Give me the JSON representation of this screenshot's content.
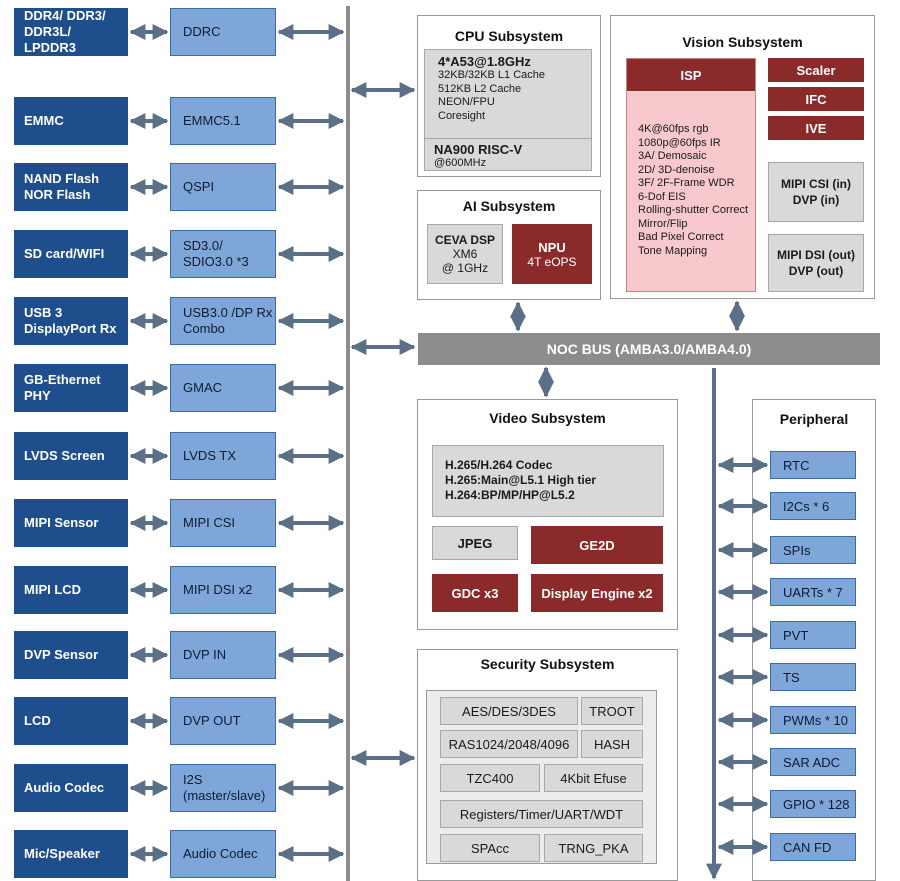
{
  "left_pairs": [
    {
      "device": "DDR4/ DDR3/\nDDR3L/\nLPDDR3",
      "interface": "DDRC"
    },
    {
      "device": "EMMC",
      "interface": "EMMC5.1"
    },
    {
      "device": "NAND Flash\nNOR Flash",
      "interface": "QSPI"
    },
    {
      "device": "SD card/WIFI",
      "interface": "SD3.0/\nSDIO3.0 *3"
    },
    {
      "device": "USB 3\nDisplayPort Rx",
      "interface": "USB3.0 /DP Rx\nCombo"
    },
    {
      "device": "GB-Ethernet\nPHY",
      "interface": "GMAC"
    },
    {
      "device": "LVDS Screen",
      "interface": "LVDS TX"
    },
    {
      "device": "MIPI Sensor",
      "interface": "MIPI CSI"
    },
    {
      "device": "MIPI LCD",
      "interface": "MIPI DSI x2"
    },
    {
      "device": "DVP Sensor",
      "interface": "DVP IN"
    },
    {
      "device": "LCD",
      "interface": "DVP OUT"
    },
    {
      "device": "Audio Codec",
      "interface": "I2S\n(master/slave)"
    },
    {
      "device": "Mic/Speaker",
      "interface": "Audio Codec"
    }
  ],
  "cpu": {
    "title": "CPU Subsystem",
    "core_title": "4*A53@1.8GHz",
    "core_details": "32KB/32KB L1 Cache\n512KB L2 Cache\nNEON/FPU\nCoresight",
    "riscv_title": "NA900 RISC-V",
    "riscv_freq": "@600MHz"
  },
  "ai": {
    "title": "AI Subsystem",
    "dsp": "CEVA DSP",
    "dsp_details": "XM6\n@ 1GHz",
    "npu": "NPU",
    "npu_details": "4T eOPS"
  },
  "vision": {
    "title": "Vision Subsystem",
    "isp": "ISP",
    "isp_features": "4K@60fps rgb\n1080p@60fps IR\n3A/ Demosaic\n2D/ 3D-denoise\n3F/ 2F-Frame WDR\n6-Dof EIS\nRolling-shutter Correct\nMirror/Flip\nBad Pixel Correct\nTone Mapping",
    "scaler": "Scaler",
    "ifc": "IFC",
    "ive": "IVE",
    "mipi_csi_dvp": "MIPI CSI (in)\nDVP (in)",
    "mipi_dsi_dvp": "MIPI DSI (out)\nDVP (out)"
  },
  "noc_bus": "NOC BUS (AMBA3.0/AMBA4.0)",
  "video": {
    "title": "Video Subsystem",
    "codec": "H.265/H.264 Codec\nH.265:Main@L5.1 High tier\nH.264:BP/MP/HP@L5.2",
    "jpeg": "JPEG",
    "ge2d": "GE2D",
    "gdc": "GDC x3",
    "display_engine": "Display Engine x2"
  },
  "security": {
    "title": "Security Subsystem",
    "aes": "AES/DES/3DES",
    "troot": "TROOT",
    "ras": "RAS1024/2048/4096",
    "hash": "HASH",
    "tzc": "TZC400",
    "efuse": "4Kbit Efuse",
    "registers": "Registers/Timer/UART/WDT",
    "spacc": "SPAcc",
    "trng": "TRNG_PKA"
  },
  "peripheral": {
    "title": "Peripheral",
    "items": [
      "RTC",
      "I2Cs * 6",
      "SPIs",
      "UARTs * 7",
      "PVT",
      "TS",
      "PWMs * 10",
      "SAR ADC",
      "GPIO * 128",
      "CAN FD"
    ]
  },
  "colors": {
    "device_blue": "#1f4e8c",
    "interface_blue": "#7ea6d8",
    "dark_red": "#8b2a2a",
    "isp_pink": "#f7c9cc",
    "bus_gray": "#8c8c8c",
    "arrow_gray": "#5b6f86"
  }
}
